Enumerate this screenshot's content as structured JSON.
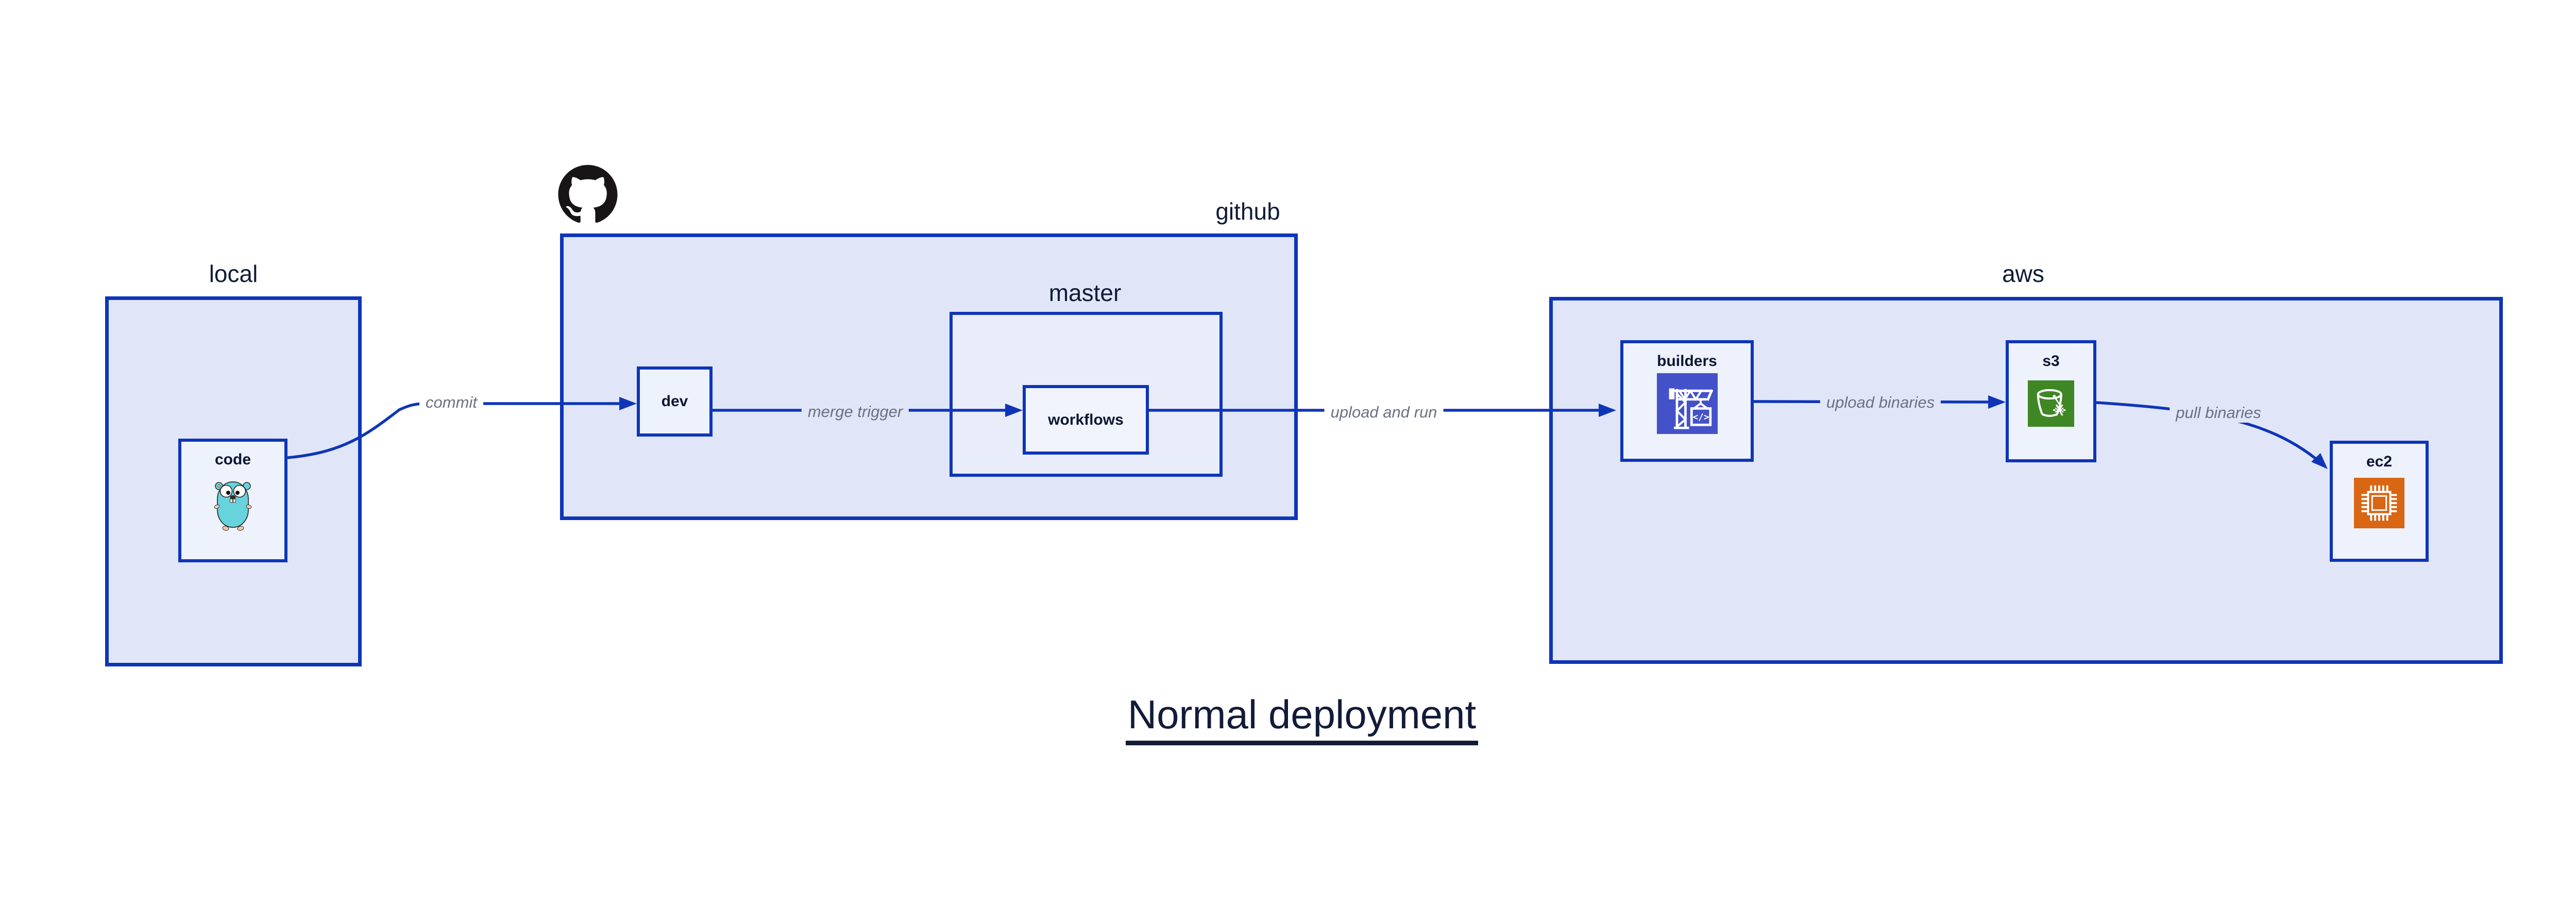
{
  "title": "Normal deployment",
  "groups": [
    {
      "id": "local",
      "label": "local"
    },
    {
      "id": "github",
      "label": "github"
    },
    {
      "id": "aws",
      "label": "aws"
    }
  ],
  "nodes": [
    {
      "id": "code",
      "label": "code",
      "icon": "go-gopher-icon"
    },
    {
      "id": "dev",
      "label": "dev"
    },
    {
      "id": "master",
      "label": "master"
    },
    {
      "id": "workflows",
      "label": "workflows"
    },
    {
      "id": "builders",
      "label": "builders",
      "icon": "aws-codebuild-icon"
    },
    {
      "id": "s3",
      "label": "s3",
      "icon": "aws-s3-bucket-icon"
    },
    {
      "id": "ec2",
      "label": "ec2",
      "icon": "aws-ec2-chip-icon"
    }
  ],
  "edges": [
    {
      "from": "code",
      "to": "dev",
      "label": "commit"
    },
    {
      "from": "dev",
      "to": "workflows",
      "label": "merge trigger"
    },
    {
      "from": "workflows",
      "to": "builders",
      "label": "upload and run"
    },
    {
      "from": "builders",
      "to": "s3",
      "label": "upload binaries"
    },
    {
      "from": "s3",
      "to": "ec2",
      "label": "pull binaries"
    }
  ],
  "logo": {
    "name": "github-octocat-logo"
  },
  "icon_text": {
    "codebuild_glyph": "</>"
  },
  "colors": {
    "border_blue": "#0e35b8",
    "group_fill": "#e0e6f8",
    "master_fill": "#e9edfa",
    "node_fill": "#eef2fc",
    "text_navy": "#101b38",
    "edge_label_gray": "#6a7180",
    "codebuild_indigo": "#4452c9",
    "s3_green": "#3f8624",
    "ec2_orange": "#d86613",
    "gopher_teal": "#66d3dd",
    "octocat_black": "#171515",
    "background": "#ffffff"
  }
}
